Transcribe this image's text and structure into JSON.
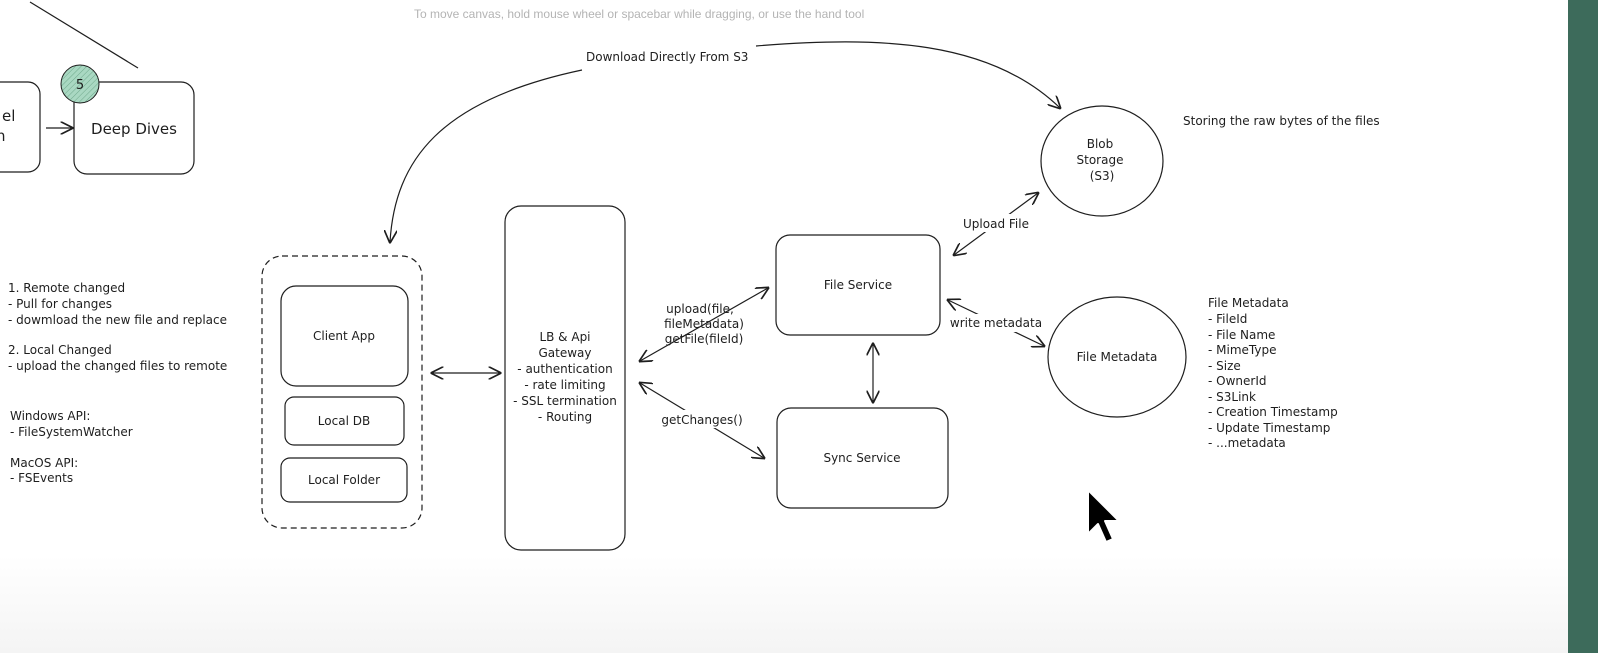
{
  "canvas_hint": "To move canvas, hold mouse wheel or spacebar while dragging, or use the hand tool",
  "step_badge": "5",
  "partial_box_lines": [
    "el",
    "n"
  ],
  "nodes": {
    "deep_dives": "Deep Dives",
    "client_app": "Client App",
    "local_db": "Local DB",
    "local_folder": "Local Folder",
    "gateway": [
      "LB & Api",
      "Gateway",
      "- authentication",
      "- rate limiting",
      "- SSL termination",
      "- Routing"
    ],
    "file_service": "File Service",
    "sync_service": "Sync Service",
    "blob_storage": [
      "Blob",
      "Storage",
      "(S3)"
    ],
    "file_metadata": "File Metadata"
  },
  "edge_labels": {
    "download_direct": "Download Directly From S3",
    "upload_file": "Upload File",
    "write_metadata": "write metadata",
    "upload_api": [
      "upload(file,",
      "fileMetadata)",
      "getFile(fileId)"
    ],
    "get_changes": "getChanges()"
  },
  "notes": {
    "blob_note": "Storing the raw bytes of the files",
    "sync_steps": [
      "1. Remote changed",
      "- Pull for changes",
      "- dowmload the new file and replace",
      "",
      "2. Local Changed",
      "- upload the changed files to remote"
    ],
    "windows_api": [
      "Windows API:",
      "- FileSystemWatcher"
    ],
    "macos_api": [
      "MacOS API:",
      "- FSEvents"
    ],
    "metadata_fields": [
      "File Metadata",
      "- FileId",
      "- File Name",
      "- MimeType",
      "- Size",
      "- OwnerId",
      "- S3Link",
      "- Creation Timestamp",
      "- Update Timestamp",
      "- ...metadata"
    ]
  },
  "colors": {
    "stroke": "#1e1e1e",
    "badge_fill": "#a9d8c2",
    "hint_text": "#b4b4b4",
    "edge_panel": "#3d6b5b"
  }
}
